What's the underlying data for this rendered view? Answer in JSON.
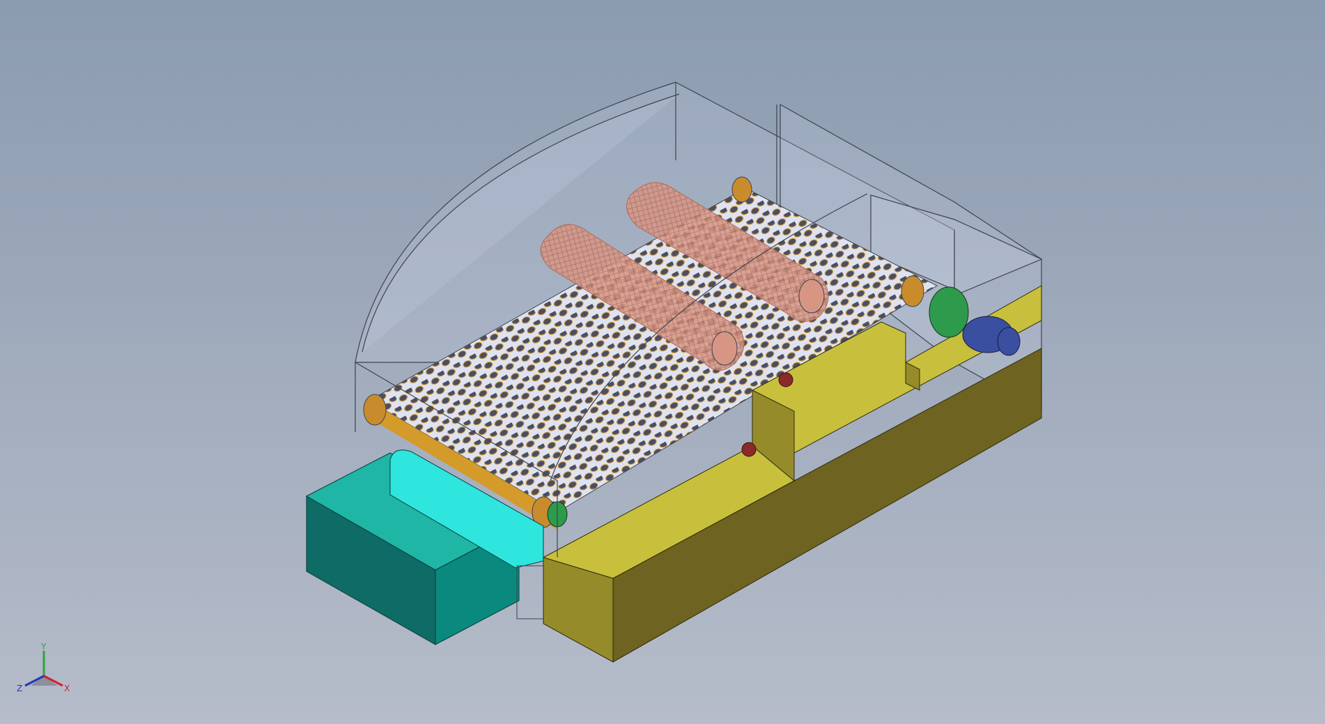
{
  "viewport": {
    "background_top": "#8b9bb0",
    "background_bottom": "#b6bcc9"
  },
  "model": {
    "colors": {
      "yellow_top": "#c8c03c",
      "yellow_front": "#6e6320",
      "yellow_side": "#958b2a",
      "teal_front": "#0e6b66",
      "teal_side": "#0a8a7e",
      "teal_top": "#1fb6a6",
      "cyan_roller": "#2fe6de",
      "perforated_belt": "#dfe3f1",
      "belt_hole": "#4b4e63",
      "belt_hole_edge": "#d49a2a",
      "brush": "#d79684",
      "brush_bristle": "#b06a5c",
      "roller_end": "#c98c2c",
      "bearing_green": "#2e9a4c",
      "motor_blue": "#3a4fa0",
      "housing_glass": "#c9d3e3",
      "housing_edge": "#3d4350"
    },
    "icons": [
      "view-triad-icon"
    ]
  },
  "triad": {
    "x_label": "X",
    "y_label": "Y",
    "z_label": "Z",
    "x_color": "#d0202a",
    "y_color": "#2da43d",
    "z_color": "#2435b8"
  }
}
